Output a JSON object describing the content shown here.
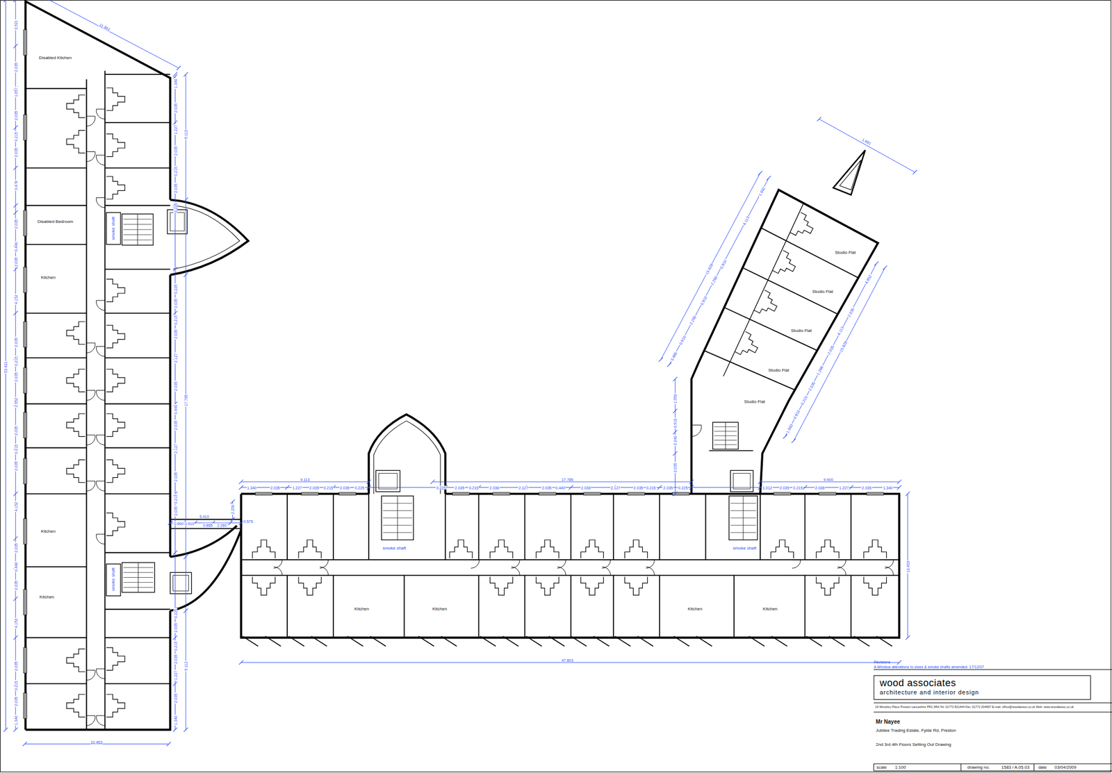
{
  "diagram": {
    "nodes": [
      {
        "text": [
          "Disabled Kitchen"
        ]
      },
      {
        "text": [
          "Disabled Bedroom"
        ]
      },
      {
        "text": [
          "Kitchen"
        ]
      },
      {
        "text": [
          "Kitchen"
        ]
      },
      {
        "text": [
          "Kitchen"
        ]
      },
      {
        "text": [
          "Kitchen"
        ]
      },
      {
        "text": [
          "Kitchen"
        ]
      },
      {
        "text": [
          "Kitchen"
        ]
      },
      {
        "text": [
          "Kitchen"
        ]
      },
      {
        "text": [
          "Studio Flat"
        ]
      },
      {
        "text": [
          "Studio Flat"
        ]
      },
      {
        "text": [
          "Studio Flat"
        ]
      },
      {
        "text": [
          "Studio Flat"
        ]
      },
      {
        "text": [
          "Studio Flat"
        ]
      },
      {
        "text": [
          "smoke shaft"
        ]
      },
      {
        "text": [
          "smoke shaft"
        ]
      },
      {
        "text": [
          "smoke shaft"
        ]
      },
      {
        "text": [
          "smoke shaft"
        ]
      },
      {
        "text": [
          "wood associates",
          "architecture and interior design"
        ]
      }
    ],
    "labels": [
      "3.921",
      "2.035",
      "1.657",
      "2.035",
      "0.215",
      "2.035",
      "3.478",
      "2.035",
      "0.440",
      "2.035",
      "4.152",
      "2.035",
      "0.215",
      "2.035",
      "2.952",
      "2.035",
      "0.215",
      "2.035",
      "4.152",
      "2.035",
      "0.440",
      "2.035",
      "4.153",
      "2.035",
      "0.215",
      "2.035",
      "1.340",
      "53.421",
      "1.340",
      "2.035",
      "1.227",
      "2.035",
      "0.215",
      "2.035",
      "0.225",
      "0.225",
      "2.035",
      "0.215",
      "2.035",
      "2.127",
      "2.035",
      "0.440",
      "2.035",
      "2.127",
      "2.035",
      "0.215",
      "2.035",
      "0.225",
      "2.035",
      "0.215",
      "2.035",
      "1.227",
      "2.035",
      "1.340",
      "9.113",
      "17.785",
      "9.112",
      "11.861",
      "10.453",
      "0.900",
      "0.910",
      "5.410",
      "0.865",
      "2.260",
      "0.575",
      "2.250",
      "9.113",
      "1.340",
      "2.035",
      "1.227",
      "2.035",
      "0.215",
      "2.035",
      "0.225",
      "17.785",
      "0.225",
      "2.035",
      "0.215",
      "2.036",
      "2.127",
      "2.035",
      "0.440",
      "2.036",
      "2.127",
      "2.035",
      "0.215",
      "2.035",
      "0.225",
      "9.900",
      "1.012",
      "2.035",
      "0.215",
      "2.036",
      "1.227",
      "2.035",
      "1.340",
      "10.453",
      "47.803",
      "1.950",
      "0.910",
      "2.240",
      "2.035",
      "3.480",
      "0.910",
      "2.260",
      "0.910",
      "2.260",
      "0.910",
      "4.113",
      "1.662",
      "15.628",
      "1.663",
      "0.910",
      "0.215",
      "2.035",
      "1.298",
      "2.035",
      "4.113",
      "2.035",
      "4.852",
      "15.628",
      "1.861",
      "Revisions",
      "A Window alterations to sizes & smoke shafts amended. 17/12/07",
      "19 Winckley Place Preston Lancashire PR1 3RA Tel: 01772 821444 Fax: 01772 204697 E-mail: office@woodassoc.co.uk Web: www.woodassoc.co.uk",
      "Mr Nayee",
      "Jubilee Trading Estate, Fylde Rd, Preston",
      "2nd 3rd 4th Floors Setting Out Drawing",
      "scale",
      "1:100",
      "drawing no.",
      "1583 / A.05.03",
      "date",
      "03/04/2009"
    ]
  }
}
